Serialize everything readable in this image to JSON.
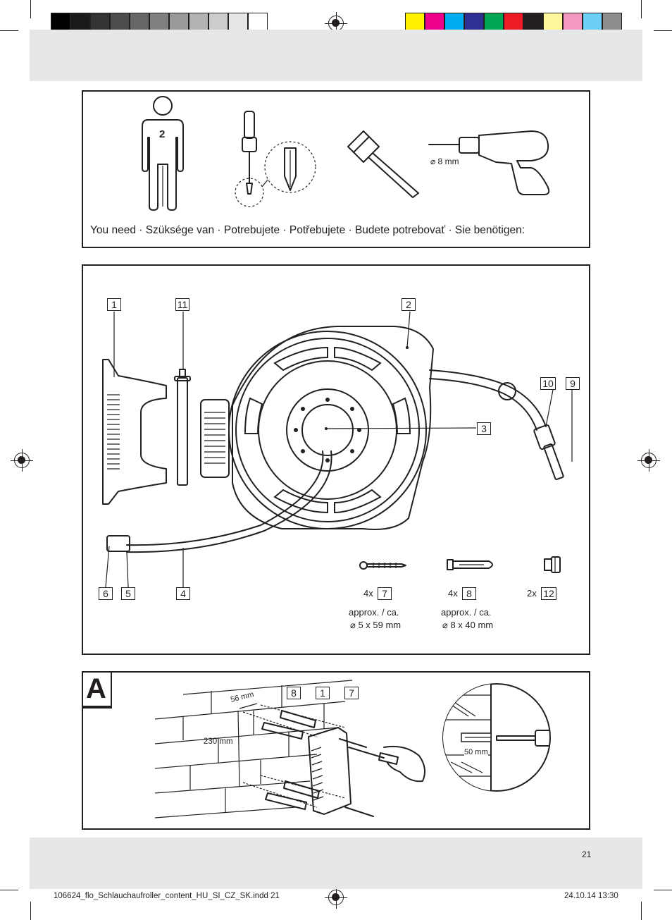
{
  "colors": {
    "gray_bars": [
      "#000000",
      "#1a1a1a",
      "#333333",
      "#4d4d4d",
      "#666666",
      "#808080",
      "#999999",
      "#b3b3b3",
      "#cccccc",
      "#e6e6e6",
      "#ffffff"
    ],
    "process_bars": [
      "#fff200",
      "#ec008c",
      "#00aeef",
      "#2e3192",
      "#00a651",
      "#ed1c24",
      "#231f20",
      "#fff799",
      "#f49ac2",
      "#6dcff6",
      "#8c8c8c"
    ],
    "band": "#e6e7e8",
    "ink": "#231f20"
  },
  "tools_panel": {
    "person_count": "2",
    "drill_size": "⌀ 8 mm",
    "you_need": "You need · Szüksége van · Potrebujete · Potřebujete · Budete potrebovať · Sie benötigen:"
  },
  "parts_panel": {
    "labels": {
      "p1": "1",
      "p11": "11",
      "p2": "2",
      "p10": "10",
      "p9": "9",
      "p3": "3",
      "p6": "6",
      "p5": "5",
      "p4": "4",
      "p7": "7",
      "p8": "8",
      "p12": "12"
    },
    "qty7": "4x",
    "qty8": "4x",
    "qty12": "2x",
    "screw_approx": "approx. / ca.",
    "screw_size": "⌀ 5 x 59 mm",
    "dowel_approx": "approx. / ca.",
    "dowel_size": "⌀ 8 x 40 mm"
  },
  "step_panel": {
    "step_letter": "A",
    "labels": {
      "p8": "8",
      "p1": "1",
      "p7": "7"
    },
    "dim_width": "56 mm",
    "dim_height": "230 mm",
    "dim_depth": "50 mm"
  },
  "footer": {
    "page_number": "21",
    "file_name": "106624_flo_Schlauchaufroller_content_HU_SI_CZ_SK.indd   21",
    "date_time": "24.10.14   13:30"
  }
}
